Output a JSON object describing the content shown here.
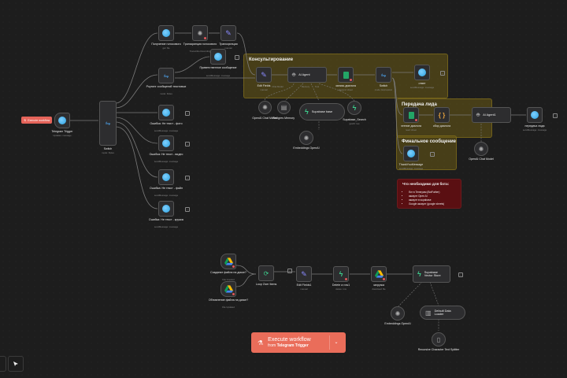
{
  "canvas": {
    "background": "#1d1d1d",
    "accent": "#ea6d5a"
  },
  "trigger_tag": {
    "icon": "flask-icon",
    "label": "Execute workflow"
  },
  "sticky_notes": {
    "consult": {
      "title": "Консультирование"
    },
    "lead": {
      "title": "Передача лида"
    },
    "final": {
      "title": "Финальное сообщение"
    },
    "requirements": {
      "title": "Что необходимо для бота:",
      "items": [
        "бот в Телеграм (BotFather)",
        "аккаунт Open AI",
        "аккаунт в supabase",
        "Google аккаунт (google sheets)"
      ]
    }
  },
  "nodes": {
    "telegram_trigger": {
      "label": "Telegram Trigger",
      "sub": "Updates: message",
      "icon": "telegram-icon"
    },
    "switch_main": {
      "label": "Switch",
      "sub": "mode: Rules",
      "icon": "switch-icon"
    },
    "get_voice": {
      "label": "Получение голосового",
      "sub": "get: file",
      "icon": "telegram-icon"
    },
    "transcribe_voice": {
      "label": "Транскрипция голосового",
      "sub": "Transcribe Recording",
      "icon": "openai-icon"
    },
    "transcription": {
      "label": "Транскрипция",
      "sub": "manual",
      "icon": "pencil-icon"
    },
    "welcome_msg": {
      "label": "Приветственное сообщение",
      "sub": "sendMessage: message",
      "icon": "telegram-icon"
    },
    "router_text": {
      "label": "Роутинг сообщений текстовых",
      "sub": "mode: Rules",
      "icon": "switch-icon"
    },
    "err_photo": {
      "label": "Ошибка: Не текст - фото",
      "sub": "sendMessage: message",
      "icon": "telegram-icon"
    },
    "err_video": {
      "label": "Ошибка: Не текст - видео",
      "sub": "sendMessage: message",
      "icon": "telegram-icon"
    },
    "err_file": {
      "label": "Ошибка: Не текст - файл",
      "sub": "sendMessage: message",
      "icon": "telegram-icon"
    },
    "err_videonote": {
      "label": "Ошибка: Не текст - кружок",
      "sub": "sendMessage: message",
      "icon": "telegram-icon"
    },
    "edit_fields": {
      "label": "Edit Fields",
      "sub": "manual",
      "icon": "pencil-icon"
    },
    "ai_agent": {
      "label": "AI Agent",
      "icon": "robot-icon",
      "ports": [
        "Chat Model",
        "Memory",
        "Tool"
      ]
    },
    "save_dialog": {
      "label": "запись диалога",
      "sub": "append: sheet",
      "icon": "sheets-icon"
    },
    "switch_consult": {
      "label": "Switch",
      "sub": "mode: Expression",
      "icon": "switch-icon"
    },
    "answer": {
      "label": "ответ",
      "sub": "sendMessage: message",
      "icon": "telegram-icon"
    },
    "openai_chat_model": {
      "label": "OpenAI Chat Model",
      "icon": "openai-icon"
    },
    "postgres_memory": {
      "label": "Postgres Memory",
      "icon": "database-icon"
    },
    "supabase_base": {
      "label": "Supabase base",
      "icon": "supabase-icon"
    },
    "supabase_search": {
      "label": "Supabase_Search",
      "sub": "getAll: row",
      "icon": "supabase-icon"
    },
    "embeddings_openai_1": {
      "label": "Embeddings OpenAI",
      "icon": "openai-icon"
    },
    "read_dialog": {
      "label": "чтение диалога",
      "sub": "read: sheet",
      "icon": "sheets-icon"
    },
    "collect_dialog": {
      "label": "сбор диалога",
      "icon": "code-icon"
    },
    "ai_agent1": {
      "label": "AI Agent1",
      "icon": "robot-icon"
    },
    "send_lead": {
      "label": "передача лида",
      "sub": "sendMessage: message",
      "icon": "telegram-icon"
    },
    "openai_chat_model1": {
      "label": "OpenAI Chat Model",
      "icon": "openai-icon"
    },
    "thank_you": {
      "label": "ThankYouMessage",
      "sub": "sendMessage: message",
      "icon": "telegram-icon"
    },
    "file_created": {
      "label": "Создание файла на диске?",
      "sub": "File Created",
      "icon": "google-drive-icon"
    },
    "file_updated": {
      "label": "Обновление файла на диске?",
      "sub": "File Updated",
      "icon": "google-drive-icon"
    },
    "loop_items": {
      "label": "Loop Over Items",
      "icon": "loop-icon"
    },
    "edit_fields1": {
      "label": "Edit Fields1",
      "sub": "manual",
      "icon": "pencil-icon"
    },
    "delete_row": {
      "label": "Delete a row1",
      "sub": "delete: row",
      "icon": "supabase-icon"
    },
    "download": {
      "label": "загрузка",
      "sub": "download: file",
      "icon": "google-drive-icon"
    },
    "supabase_vector": {
      "label": "Supabase Vector Store",
      "icon": "supabase-icon"
    },
    "embeddings_openai_2": {
      "label": "Embeddings OpenAI",
      "icon": "openai-icon"
    },
    "default_data_loader": {
      "label": "Default Data Loader",
      "icon": "document-icon"
    },
    "text_splitter": {
      "label": "Recursive Character Text Splitter",
      "icon": "splitter-icon"
    }
  },
  "execute_button": {
    "icon": "flask-icon",
    "line1": "Execute workflow",
    "line2_prefix": "from",
    "line2_trigger": "Telegram Trigger",
    "dropdown_icon": "chevron-down-icon"
  },
  "toolbar": {
    "panel_toggle_icon": "panel-icon",
    "pointer_icon": "cursor-icon"
  }
}
